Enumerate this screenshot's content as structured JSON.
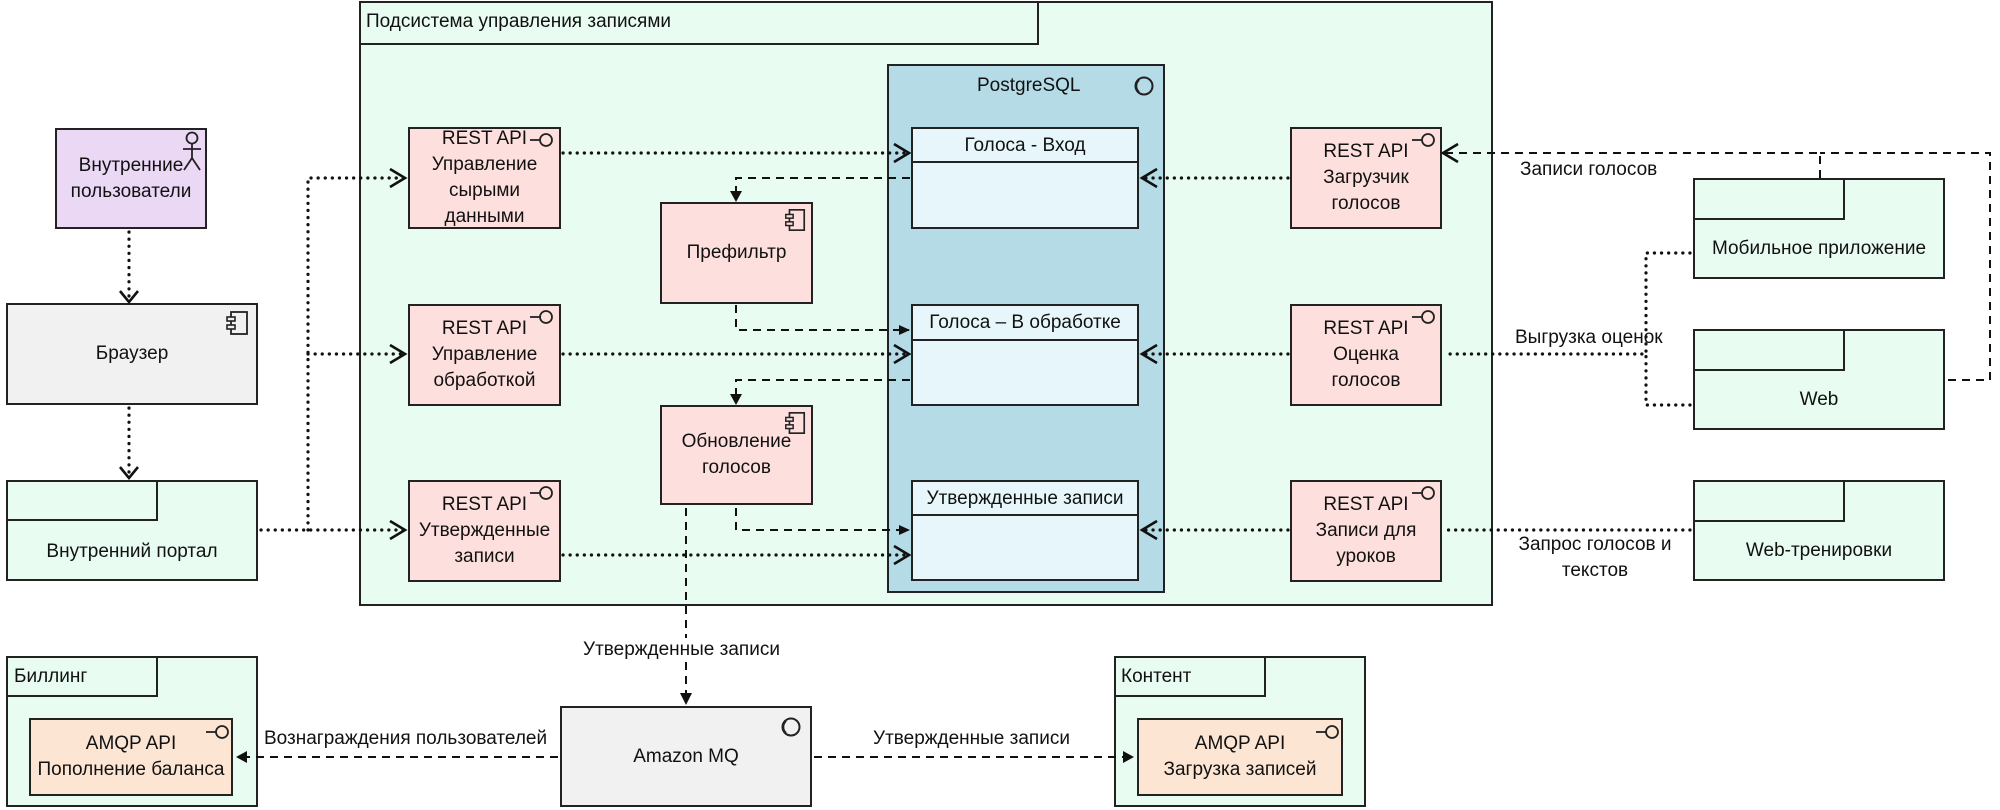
{
  "subsystem": {
    "title": "Подсистема управления записями"
  },
  "postgres": {
    "title": "PostgreSQL"
  },
  "tables": {
    "input": "Голоса - Вход",
    "processing": "Голоса – В обработке",
    "approved": "Утвержденные записи"
  },
  "internal_users": {
    "line1": "Внутренние",
    "line2": "пользователи"
  },
  "browser": {
    "label": "Браузер"
  },
  "internal_portal": {
    "label": "Внутренний портал"
  },
  "api_raw": {
    "line1": "REST API",
    "line2": "Управление",
    "line3": "сырыми",
    "line4": "данными"
  },
  "api_processing": {
    "line1": "REST API",
    "line2": "Управление",
    "line3": "обработкой"
  },
  "api_approved": {
    "line1": "REST API",
    "line2": "Утвержденные",
    "line3": "записи"
  },
  "prefilter": {
    "label": "Префильтр"
  },
  "updater": {
    "line1": "Обновление",
    "line2": "голосов"
  },
  "api_loader": {
    "line1": "REST API",
    "line2": "Загрузчик",
    "line3": "голосов"
  },
  "api_rating": {
    "line1": "REST API",
    "line2": "Оценка",
    "line3": "голосов"
  },
  "api_lessons": {
    "line1": "REST API",
    "line2": "Записи для",
    "line3": "уроков"
  },
  "mobile_app": {
    "label": "Мобильное приложение"
  },
  "web": {
    "label": "Web"
  },
  "web_training": {
    "label": "Web-тренировки"
  },
  "edge_labels": {
    "voice_records": "Записи голосов",
    "rating_upload": "Выгрузка оценок",
    "request_line1": "Запрос голосов и",
    "request_line2": "текстов",
    "approved_to_mq": "Утвержденные записи",
    "rewards": "Вознаграждения пользователей",
    "approved_to_content": "Утвержденные записи"
  },
  "mq": {
    "label": "Amazon MQ"
  },
  "billing": {
    "title": "Биллинг",
    "api_line1": "AMQP API",
    "api_line2": "Пополнение баланса"
  },
  "content": {
    "title": "Контент",
    "api_line1": "AMQP API",
    "api_line2": "Загрузка записей"
  },
  "colors": {
    "rest_api": "#fde0de",
    "package": "#e8fcf2",
    "postgres": "#b4dbe6",
    "table": "#e6f6fb",
    "amqp": "#fce6d3",
    "actor": "#ead8f5",
    "neutral": "#f1f1f1"
  }
}
